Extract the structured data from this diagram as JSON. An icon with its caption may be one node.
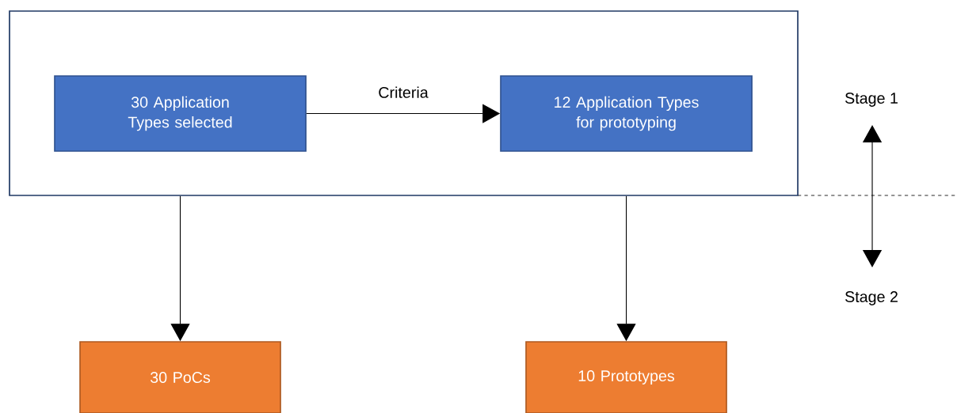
{
  "diagram": {
    "nodes": [
      {
        "text": [],
        "shape": "box"
      },
      {
        "text": [
          "30 Application Types selected"
        ],
        "in": 0
      },
      {
        "text": [
          "12 Application Types for prototyping"
        ],
        "in": 0
      },
      {
        "text": [
          "30 PoCs"
        ]
      },
      {
        "text": [
          "10 Prototypes"
        ]
      }
    ],
    "edges": [
      {
        "from": 1,
        "to": 2,
        "arrow": "to",
        "label": "Criteria"
      },
      {
        "from": 0,
        "to": 3,
        "arrow": "to"
      },
      {
        "from": 0,
        "to": 4,
        "arrow": "to"
      }
    ],
    "labels": [
      "Stage 1",
      "Stage 2"
    ]
  }
}
